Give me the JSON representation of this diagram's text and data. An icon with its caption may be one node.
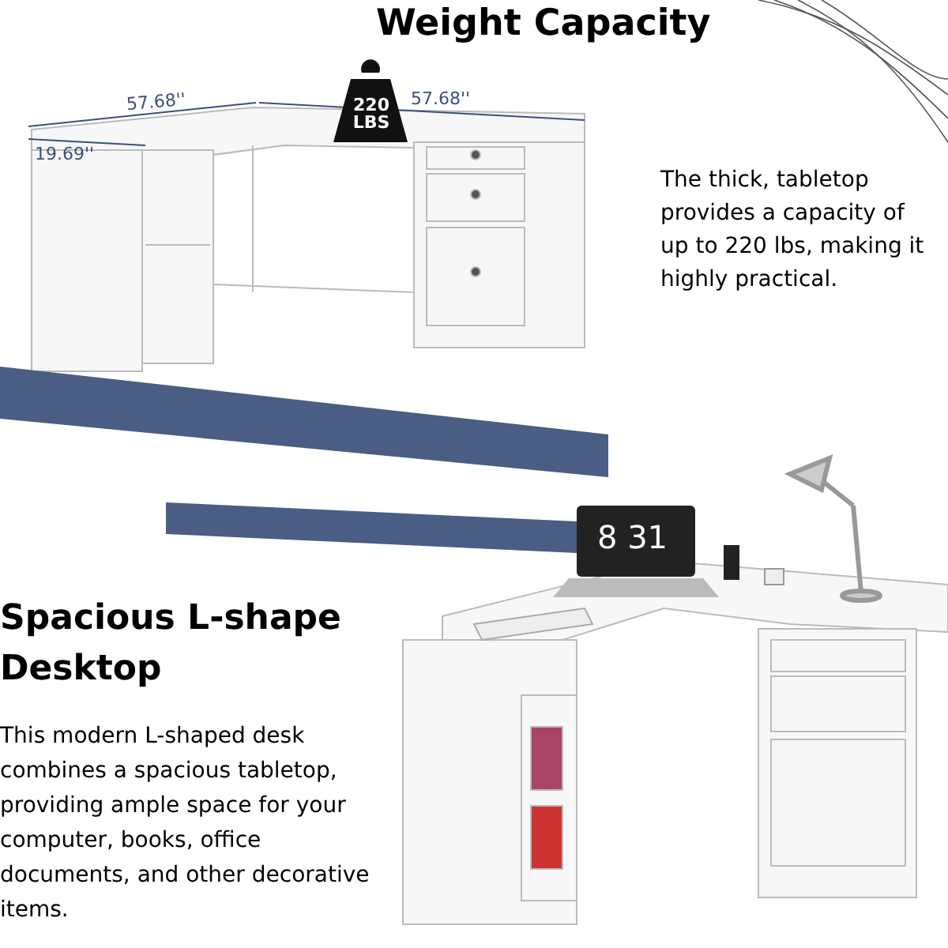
{
  "diagram": {
    "title": "Weight Capacity",
    "labels": [
      "57.68''",
      "220 LBS",
      "57.68''",
      "19.69''",
      "The thick, tabletop provides a capacity of up to 220 lbs, making it highly practical.",
      "8 31",
      "Spacious L-shape Desktop",
      "This modern L-shaped desk combines a spacious tabletop, providing ample space for your computer, books, office documents, and other decorative items."
    ]
  }
}
